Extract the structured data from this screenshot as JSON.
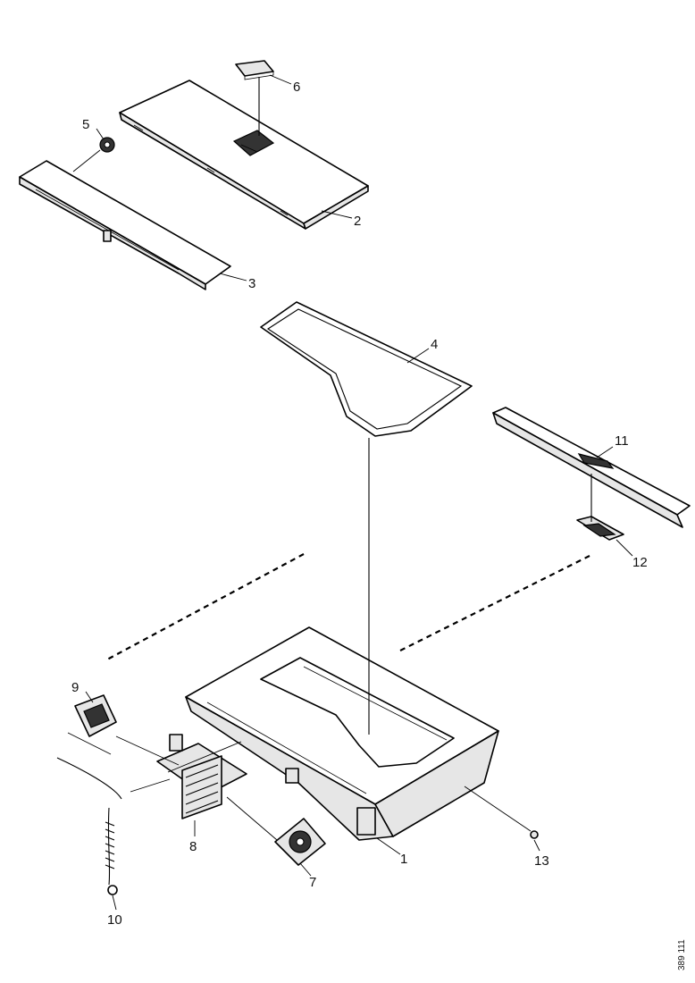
{
  "diagram": {
    "labels": {
      "p1": "1",
      "p2": "2",
      "p3": "3",
      "p4": "4",
      "p5": "5",
      "p6": "6",
      "p7": "7",
      "p8": "8",
      "p9": "9",
      "p10": "10",
      "p11": "11",
      "p12": "12",
      "p13": "13"
    },
    "drawing_code": "389 111"
  }
}
